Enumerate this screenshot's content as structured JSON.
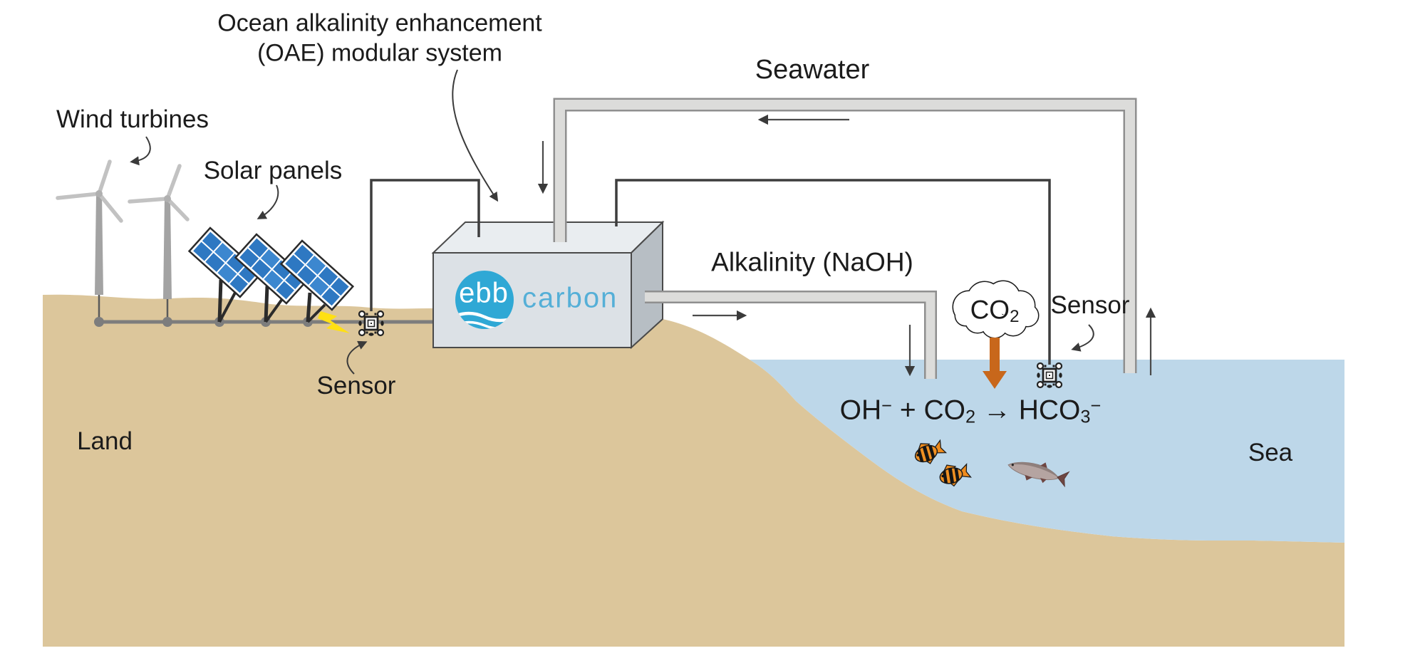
{
  "title": {
    "line1": "Ocean alkalinity enhancement",
    "line2": "(OAE) modular system"
  },
  "labels": {
    "seawater": "Seawater",
    "wind_turbines": "Wind turbines",
    "solar_panels": "Solar panels",
    "sensor_land": "Sensor",
    "sensor_sea": "Sensor",
    "alkalinity_pipe": "Alkalinity (NaOH)",
    "land": "Land",
    "sea": "Sea"
  },
  "logo": {
    "mark_text": "ebb",
    "wordmark": "carbon"
  },
  "co2_cloud": {
    "base": "CO",
    "subscript": "2"
  },
  "equation": {
    "reactant1": "OH",
    "reactant1_charge": "−",
    "plus_co": " + CO",
    "co_subscript": "2",
    "arrow_hco": " → HCO",
    "hco_subscript": "3",
    "hco_charge": "−"
  },
  "icons": [
    "wind-turbine-icon",
    "solar-panel-icon",
    "sensor-chip-icon",
    "lightning-bolt-icon",
    "co2-cloud-icon",
    "clownfish-icon",
    "salmon-icon",
    "pipe-shape",
    "flow-arrow"
  ],
  "colors": {
    "land": "#dcc69b",
    "sea": "#bdd7e9",
    "pipe_fill": "#dcdcda",
    "pipe_outline": "#8f8f8f",
    "wire": "#3d3d3d",
    "ground_cable": "#7d7d7d",
    "co2_arrow": "#c8671b",
    "logo_blue": "#2fa8d5",
    "logo_text": "#55afd7",
    "panel_blue": "#2e78c2",
    "box_front": "#dce1e6",
    "box_top": "#e9edf0",
    "box_side": "#b7bec4",
    "lightning": "#ffe013",
    "text": "#1b1b1b"
  }
}
